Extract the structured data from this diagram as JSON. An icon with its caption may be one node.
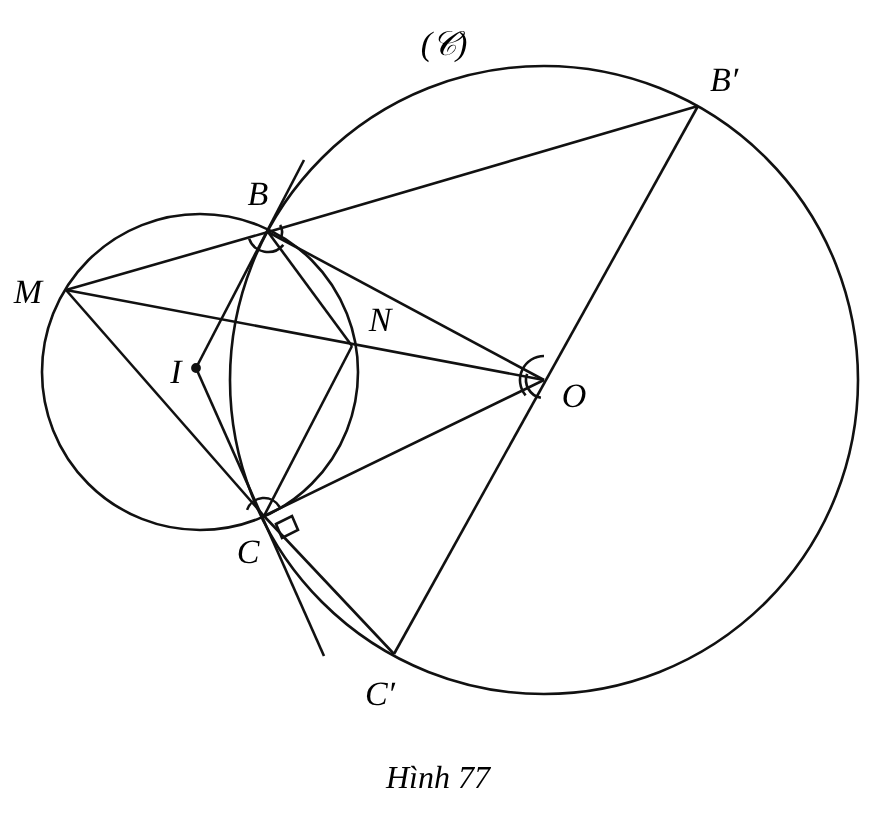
{
  "diagram": {
    "caption": "Hình 77",
    "labels": [
      "(𝒞)",
      "B′",
      "B",
      "M",
      "N",
      "I",
      "O",
      "C",
      "C′"
    ]
  }
}
